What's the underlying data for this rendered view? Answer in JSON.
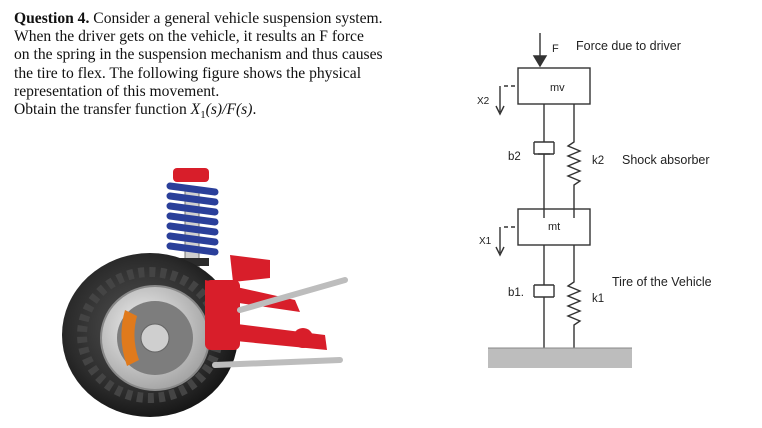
{
  "question": {
    "number": "Question 4.",
    "lines": [
      "Consider a general vehicle suspension system.",
      "When the driver gets on the vehicle, it results an F force",
      "on the spring in the suspension mechanism and thus causes",
      "the tire to flex. The following figure shows the physical",
      "representation of this movement."
    ],
    "task_prefix": "Obtain the transfer function ",
    "task_math": {
      "numerator_var": "X",
      "numerator_sub": "1",
      "numerator_arg": "(s)",
      "slash": "/",
      "denominator": "F(s)",
      "trailing": "."
    }
  },
  "diagram": {
    "force_symbol": "F",
    "force_caption": "Force due to driver",
    "upper_mass": "mv",
    "upper_disp": "X2",
    "upper_damper": "b2",
    "upper_spring": "k2",
    "upper_caption": "Shock absorber",
    "lower_mass": "mt",
    "lower_disp": "X1",
    "lower_damper": "b1.",
    "lower_spring": "k1",
    "lower_caption": "Tire of the Vehicle"
  },
  "colors": {
    "text": "#111111",
    "line": "#333333",
    "ground": "#bdbdbd",
    "tire": "#2b2b2b",
    "rim": "#c8c8c8",
    "brake_caliper": "#e07a1c",
    "spring_coil": "#2a3f9a",
    "control_arm": "#d81e2a"
  }
}
